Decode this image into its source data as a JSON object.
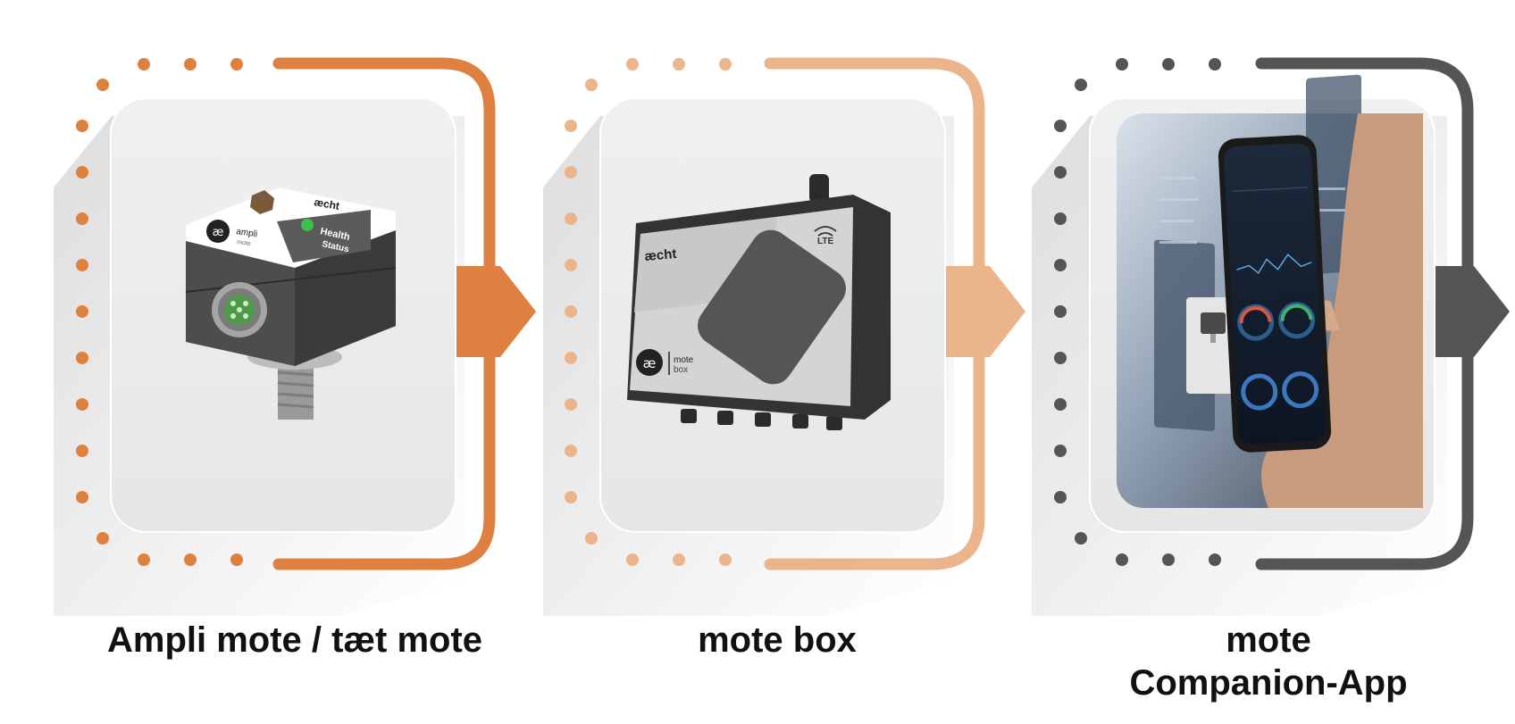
{
  "steps": [
    {
      "caption": "Ampli mote / tæt mote",
      "device": {
        "brand": "æcht",
        "logo_mark": "æ",
        "label_lines": [
          "Health",
          "Status"
        ],
        "product_name": "ampli",
        "product_sub": "mote",
        "status_led_color": "#3cc24a"
      },
      "accent_color": "#dd8040"
    },
    {
      "caption": "mote box",
      "device": {
        "brand": "æcht",
        "logo_mark": "æ",
        "product_name": "mote",
        "product_sub": "box",
        "connectivity": "LTE"
      },
      "accent_color": "#ecb48b"
    },
    {
      "caption_lines": [
        "mote",
        "Companion-App"
      ],
      "accent_color": "#555555"
    }
  ]
}
